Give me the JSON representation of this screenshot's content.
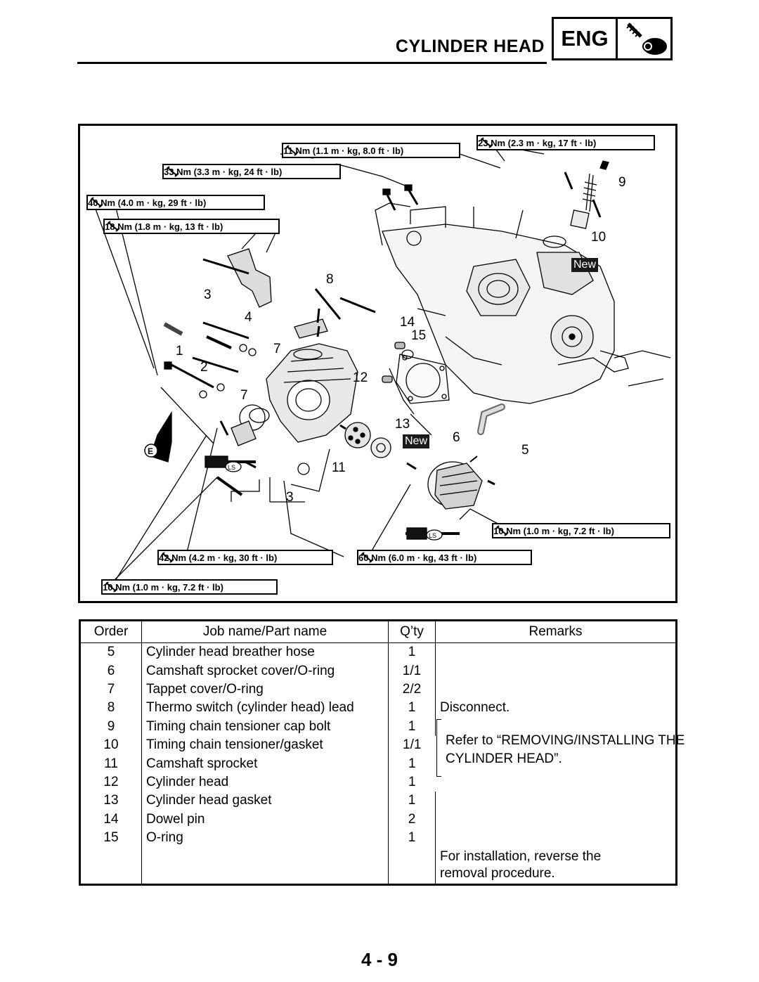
{
  "header": {
    "title": "CYLINDER HEAD",
    "section_badge": "ENG",
    "section_icon": "engine-icon"
  },
  "torque_specs": [
    "11 Nm (1.1 m · kg, 8.0 ft · lb)",
    "23 Nm (2.3 m · kg, 17 ft · lb)",
    "33 Nm (3.3 m · kg, 24 ft · lb)",
    "40 Nm (4.0 m · kg, 29 ft · lb)",
    "18 Nm (1.8 m · kg, 13 ft · lb)",
    "10 Nm (1.0 m · kg, 7.2 ft · lb)",
    "42 Nm (4.2 m · kg, 30 ft · lb)",
    "60 Nm (6.0 m · kg, 43 ft · lb)",
    "10 Nm (1.0 m · kg, 7.2 ft · lb)"
  ],
  "callouts": [
    "9",
    "10",
    "8",
    "3",
    "4",
    "14",
    "15",
    "1",
    "7",
    "2",
    "12",
    "7",
    "13",
    "6",
    "5",
    "11",
    "3"
  ],
  "badges": {
    "new": "New",
    "engine_oil": "E",
    "lithium_grease": "LS"
  },
  "table": {
    "headers": {
      "order": "Order",
      "job": "Job name/Part name",
      "qty": "Q’ty",
      "remarks": "Remarks"
    },
    "rows": [
      {
        "order": "5",
        "job": "Cylinder head breather hose",
        "qty": "1",
        "remarks": ""
      },
      {
        "order": "6",
        "job": "Camshaft sprocket cover/O-ring",
        "qty": "1/1",
        "remarks": ""
      },
      {
        "order": "7",
        "job": "Tappet cover/O-ring",
        "qty": "2/2",
        "remarks": ""
      },
      {
        "order": "8",
        "job": "Thermo switch (cylinder head) lead",
        "qty": "1",
        "remarks": "Disconnect."
      },
      {
        "order": "9",
        "job": "Timing chain tensioner cap bolt",
        "qty": "1",
        "remarks": ""
      },
      {
        "order": "10",
        "job": "Timing chain tensioner/gasket",
        "qty": "1/1",
        "remarks": ""
      },
      {
        "order": "11",
        "job": "Camshaft sprocket",
        "qty": "1",
        "remarks": ""
      },
      {
        "order": "12",
        "job": "Cylinder head",
        "qty": "1",
        "remarks": ""
      },
      {
        "order": "13",
        "job": "Cylinder head gasket",
        "qty": "1",
        "remarks": ""
      },
      {
        "order": "14",
        "job": "Dowel pin",
        "qty": "2",
        "remarks": ""
      },
      {
        "order": "15",
        "job": "O-ring",
        "qty": "1",
        "remarks": ""
      }
    ],
    "grouped_remark": "Refer to “REMOVING/INSTALLING THE CYLINDER HEAD”.",
    "footer_remark": "For installation, reverse the removal procedure."
  },
  "page_number": "4 - 9"
}
